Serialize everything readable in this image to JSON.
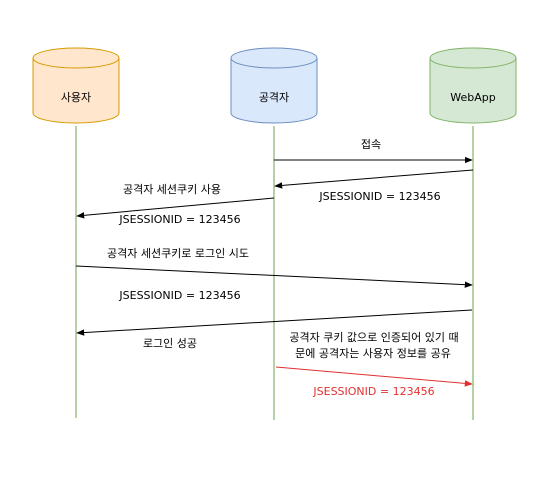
{
  "actors": {
    "user": {
      "label": "사용자",
      "fill": "#ffe6cc",
      "stroke": "#d79b00"
    },
    "attacker": {
      "label": "공격자",
      "fill": "#dae8fc",
      "stroke": "#6c8ebf"
    },
    "webapp": {
      "label": "WebApp",
      "fill": "#d5e8d4",
      "stroke": "#82b366"
    }
  },
  "lifeline_color": "#82b366",
  "messages": {
    "connect": {
      "label": "접속"
    },
    "attacker_cookie_reply": {
      "label": "JSESSIONID = 123456"
    },
    "use_attacker_cookie": {
      "label": "공격자 세션쿠키 사용"
    },
    "session_id_to_user": {
      "label": "JSESSIONID = 123456"
    },
    "login_attempt": {
      "label": "공격자 세션쿠키로 로그인 시도"
    },
    "login_session_id": {
      "label": "JSESSIONID = 123456"
    },
    "login_success": {
      "label": "로그인 성공"
    },
    "shared_note": {
      "line1": "공격자 쿠키 값으로 인증되어 있기 때",
      "line2": "문에 공격자는 사용자 정보를 공유"
    },
    "attacker_request": {
      "label": "JSESSIONID = 123456",
      "color": "#e03030"
    }
  }
}
